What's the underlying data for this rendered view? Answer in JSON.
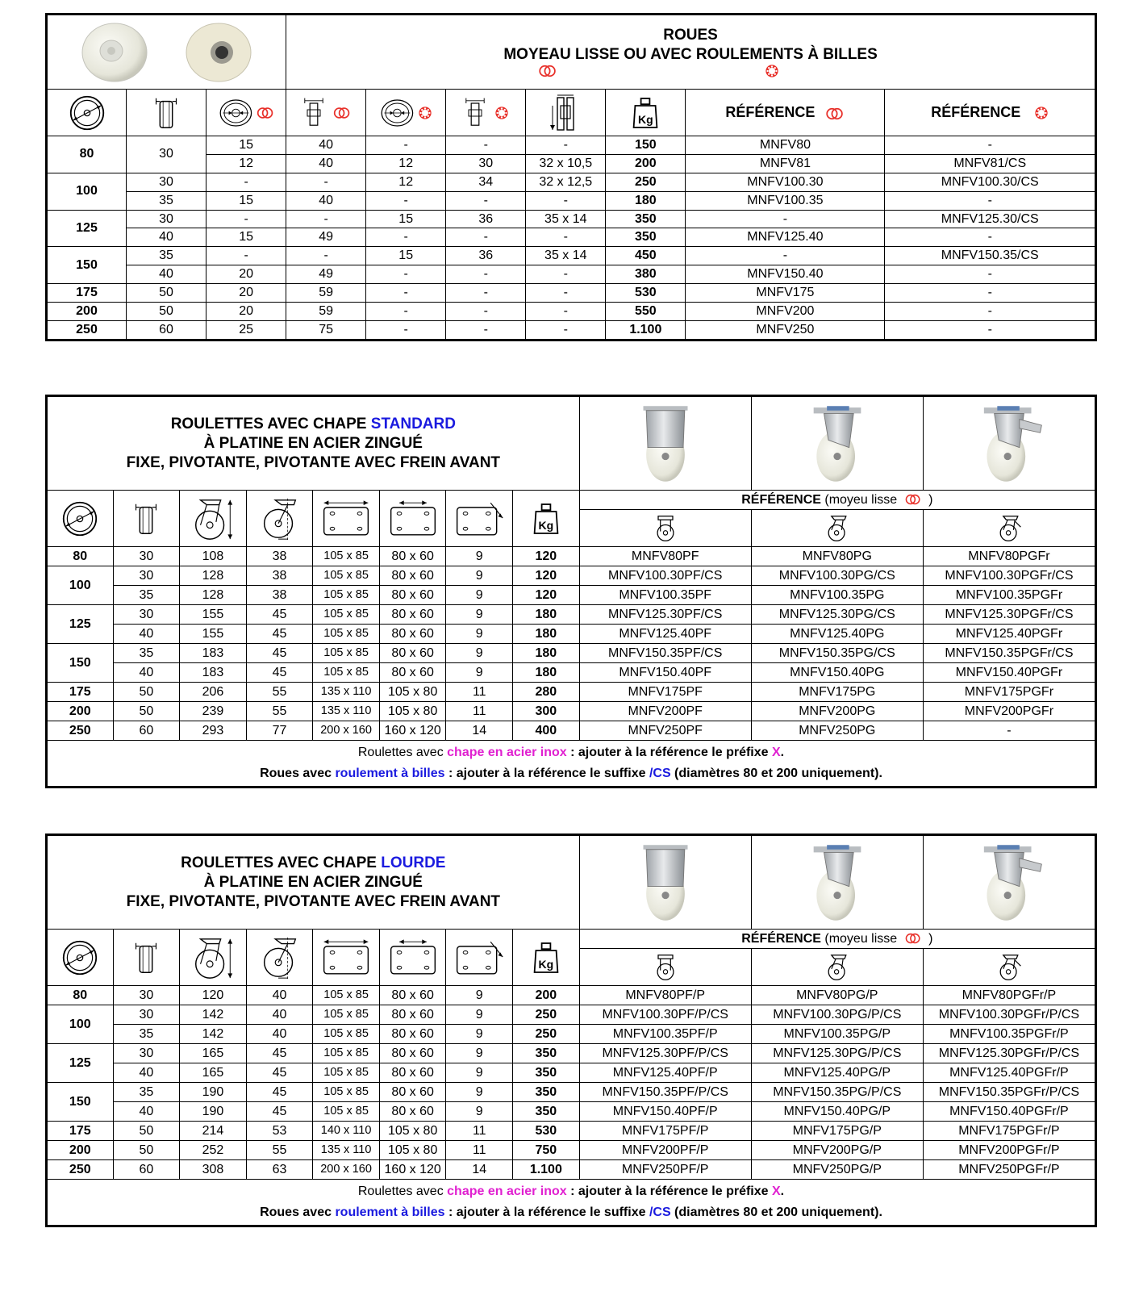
{
  "wheels": {
    "title1": "ROUES",
    "title2": "MOYEAU LISSE OU AVEC ROULEMENTS À BILLES",
    "ref_label": "RÉFÉRENCE",
    "rows": [
      {
        "d": "80",
        "w": "30",
        "c1": "15",
        "c2": "40",
        "c3": "-",
        "c4": "-",
        "c5": "-",
        "kg": "150",
        "ref1": "MNFV80",
        "ref2": "-"
      },
      {
        "d": "",
        "w": "",
        "c1": "12",
        "c2": "40",
        "c3": "12",
        "c4": "30",
        "c5": "32 x 10,5",
        "kg": "200",
        "ref1": "MNFV81",
        "ref2": "MNFV81/CS"
      },
      {
        "d": "100",
        "w": "30",
        "c1": "-",
        "c2": "-",
        "c3": "12",
        "c4": "34",
        "c5": "32 x 12,5",
        "kg": "250",
        "ref1": "MNFV100.30",
        "ref2": "MNFV100.30/CS"
      },
      {
        "d": "",
        "w": "35",
        "c1": "15",
        "c2": "40",
        "c3": "-",
        "c4": "-",
        "c5": "-",
        "kg": "180",
        "ref1": "MNFV100.35",
        "ref2": "-"
      },
      {
        "d": "125",
        "w": "30",
        "c1": "-",
        "c2": "-",
        "c3": "15",
        "c4": "36",
        "c5": "35 x 14",
        "kg": "350",
        "ref1": "-",
        "ref2": "MNFV125.30/CS"
      },
      {
        "d": "",
        "w": "40",
        "c1": "15",
        "c2": "49",
        "c3": "-",
        "c4": "-",
        "c5": "-",
        "kg": "350",
        "ref1": "MNFV125.40",
        "ref2": "-"
      },
      {
        "d": "150",
        "w": "35",
        "c1": "-",
        "c2": "-",
        "c3": "15",
        "c4": "36",
        "c5": "35 x 14",
        "kg": "450",
        "ref1": "-",
        "ref2": "MNFV150.35/CS"
      },
      {
        "d": "",
        "w": "40",
        "c1": "20",
        "c2": "49",
        "c3": "-",
        "c4": "-",
        "c5": "-",
        "kg": "380",
        "ref1": "MNFV150.40",
        "ref2": "-"
      },
      {
        "d": "175",
        "w": "50",
        "c1": "20",
        "c2": "59",
        "c3": "-",
        "c4": "-",
        "c5": "-",
        "kg": "530",
        "ref1": "MNFV175",
        "ref2": "-"
      },
      {
        "d": "200",
        "w": "50",
        "c1": "20",
        "c2": "59",
        "c3": "-",
        "c4": "-",
        "c5": "-",
        "kg": "550",
        "ref1": "MNFV200",
        "ref2": "-"
      },
      {
        "d": "250",
        "w": "60",
        "c1": "25",
        "c2": "75",
        "c3": "-",
        "c4": "-",
        "c5": "-",
        "kg": "1.100",
        "ref1": "MNFV250",
        "ref2": "-"
      }
    ]
  },
  "standard": {
    "title_a": "ROULETTES AVEC CHAPE ",
    "title_accent": "STANDARD",
    "title_b": "À PLATINE EN ACIER ZINGUÉ",
    "title_c": "FIXE, PIVOTANTE, PIVOTANTE AVEC FREIN AVANT",
    "ref_label": "RÉFÉRENCE",
    "ref_sub": "(moyeu lisse",
    "ref_close": ")",
    "rows": [
      {
        "d": "80",
        "w": "30",
        "h": "108",
        "o": "38",
        "p": "105 x 85",
        "f": "80 x 60",
        "m": "9",
        "kg": "120",
        "r1": "MNFV80PF",
        "r2": "MNFV80PG",
        "r3": "MNFV80PGFr"
      },
      {
        "d": "100",
        "w": "30",
        "h": "128",
        "o": "38",
        "p": "105 x 85",
        "f": "80 x 60",
        "m": "9",
        "kg": "120",
        "r1": "MNFV100.30PF/CS",
        "r2": "MNFV100.30PG/CS",
        "r3": "MNFV100.30PGFr/CS"
      },
      {
        "d": "",
        "w": "35",
        "h": "128",
        "o": "38",
        "p": "105 x 85",
        "f": "80 x 60",
        "m": "9",
        "kg": "120",
        "r1": "MNFV100.35PF",
        "r2": "MNFV100.35PG",
        "r3": "MNFV100.35PGFr"
      },
      {
        "d": "125",
        "w": "30",
        "h": "155",
        "o": "45",
        "p": "105 x 85",
        "f": "80 x 60",
        "m": "9",
        "kg": "180",
        "r1": "MNFV125.30PF/CS",
        "r2": "MNFV125.30PG/CS",
        "r3": "MNFV125.30PGFr/CS"
      },
      {
        "d": "",
        "w": "40",
        "h": "155",
        "o": "45",
        "p": "105 x 85",
        "f": "80 x 60",
        "m": "9",
        "kg": "180",
        "r1": "MNFV125.40PF",
        "r2": "MNFV125.40PG",
        "r3": "MNFV125.40PGFr"
      },
      {
        "d": "150",
        "w": "35",
        "h": "183",
        "o": "45",
        "p": "105 x 85",
        "f": "80 x 60",
        "m": "9",
        "kg": "180",
        "r1": "MNFV150.35PF/CS",
        "r2": "MNFV150.35PG/CS",
        "r3": "MNFV150.35PGFr/CS"
      },
      {
        "d": "",
        "w": "40",
        "h": "183",
        "o": "45",
        "p": "105 x 85",
        "f": "80 x 60",
        "m": "9",
        "kg": "180",
        "r1": "MNFV150.40PF",
        "r2": "MNFV150.40PG",
        "r3": "MNFV150.40PGFr"
      },
      {
        "d": "175",
        "w": "50",
        "h": "206",
        "o": "55",
        "p": "135 x 110",
        "f": "105 x 80",
        "m": "11",
        "kg": "280",
        "r1": "MNFV175PF",
        "r2": "MNFV175PG",
        "r3": "MNFV175PGFr"
      },
      {
        "d": "200",
        "w": "50",
        "h": "239",
        "o": "55",
        "p": "135 x 110",
        "f": "105 x 80",
        "m": "11",
        "kg": "300",
        "r1": "MNFV200PF",
        "r2": "MNFV200PG",
        "r3": "MNFV200PGFr"
      },
      {
        "d": "250",
        "w": "60",
        "h": "293",
        "o": "77",
        "p": "200 x 160",
        "f": "160 x 120",
        "m": "14",
        "kg": "400",
        "r1": "MNFV250PF",
        "r2": "MNFV250PG",
        "r3": "-"
      }
    ],
    "note1_a": "Roulettes avec ",
    "note1_b": "chape en acier inox",
    "note1_c": " : ajouter à la référence le préfixe ",
    "note1_d": "X",
    "note1_e": ".",
    "note2_a": "Roues avec ",
    "note2_b": "roulement à billes",
    "note2_c": " : ajouter à la référence le suffixe ",
    "note2_d": "/CS",
    "note2_e": " (diamètres 80 et 200 uniquement)."
  },
  "heavy": {
    "title_a": "ROULETTES AVEC CHAPE ",
    "title_accent": "LOURDE",
    "title_b": "À PLATINE EN ACIER ZINGUÉ",
    "title_c": "FIXE, PIVOTANTE, PIVOTANTE AVEC FREIN AVANT",
    "ref_label": "RÉFÉRENCE",
    "ref_sub": "(moyeu lisse",
    "ref_close": ")",
    "rows": [
      {
        "d": "80",
        "w": "30",
        "h": "120",
        "o": "40",
        "p": "105 x 85",
        "f": "80 x 60",
        "m": "9",
        "kg": "200",
        "r1": "MNFV80PF/P",
        "r2": "MNFV80PG/P",
        "r3": "MNFV80PGFr/P"
      },
      {
        "d": "100",
        "w": "30",
        "h": "142",
        "o": "40",
        "p": "105 x 85",
        "f": "80 x 60",
        "m": "9",
        "kg": "250",
        "r1": "MNFV100.30PF/P/CS",
        "r2": "MNFV100.30PG/P/CS",
        "r3": "MNFV100.30PGFr/P/CS"
      },
      {
        "d": "",
        "w": "35",
        "h": "142",
        "o": "40",
        "p": "105 x 85",
        "f": "80 x 60",
        "m": "9",
        "kg": "250",
        "r1": "MNFV100.35PF/P",
        "r2": "MNFV100.35PG/P",
        "r3": "MNFV100.35PGFr/P"
      },
      {
        "d": "125",
        "w": "30",
        "h": "165",
        "o": "45",
        "p": "105 x 85",
        "f": "80 x 60",
        "m": "9",
        "kg": "350",
        "r1": "MNFV125.30PF/P/CS",
        "r2": "MNFV125.30PG/P/CS",
        "r3": "MNFV125.30PGFr/P/CS"
      },
      {
        "d": "",
        "w": "40",
        "h": "165",
        "o": "45",
        "p": "105 x 85",
        "f": "80 x 60",
        "m": "9",
        "kg": "350",
        "r1": "MNFV125.40PF/P",
        "r2": "MNFV125.40PG/P",
        "r3": "MNFV125.40PGFr/P"
      },
      {
        "d": "150",
        "w": "35",
        "h": "190",
        "o": "45",
        "p": "105 x 85",
        "f": "80 x 60",
        "m": "9",
        "kg": "350",
        "r1": "MNFV150.35PF/P/CS",
        "r2": "MNFV150.35PG/P/CS",
        "r3": "MNFV150.35PGFr/P/CS"
      },
      {
        "d": "",
        "w": "40",
        "h": "190",
        "o": "45",
        "p": "105 x 85",
        "f": "80 x 60",
        "m": "9",
        "kg": "350",
        "r1": "MNFV150.40PF/P",
        "r2": "MNFV150.40PG/P",
        "r3": "MNFV150.40PGFr/P"
      },
      {
        "d": "175",
        "w": "50",
        "h": "214",
        "o": "53",
        "p": "140 x 110",
        "f": "105 x 80",
        "m": "11",
        "kg": "530",
        "r1": "MNFV175PF/P",
        "r2": "MNFV175PG/P",
        "r3": "MNFV175PGFr/P"
      },
      {
        "d": "200",
        "w": "50",
        "h": "252",
        "o": "55",
        "p": "135 x 110",
        "f": "105 x 80",
        "m": "11",
        "kg": "750",
        "r1": "MNFV200PF/P",
        "r2": "MNFV200PG/P",
        "r3": "MNFV200PGFr/P"
      },
      {
        "d": "250",
        "w": "60",
        "h": "308",
        "o": "63",
        "p": "200 x 160",
        "f": "160 x 120",
        "m": "14",
        "kg": "1.100",
        "r1": "MNFV250PF/P",
        "r2": "MNFV250PG/P",
        "r3": "MNFV250PGFr/P"
      }
    ],
    "note1_a": "Roulettes avec ",
    "note1_b": "chape en acier inox",
    "note1_c": " : ajouter à la référence le préfixe ",
    "note1_d": "X",
    "note1_e": ".",
    "note2_a": "Roues avec ",
    "note2_b": "roulement à billes",
    "note2_c": " : ajouter à la référence le suffixe ",
    "note2_d": "/CS",
    "note2_e": " (diamètres 80 et 200 uniquement)."
  },
  "icons": {
    "kg_label": "Kg"
  },
  "colors": {
    "accent_blue": "#1a1adf",
    "accent_magenta": "#e020d0",
    "accent_red": "#e8302a"
  }
}
